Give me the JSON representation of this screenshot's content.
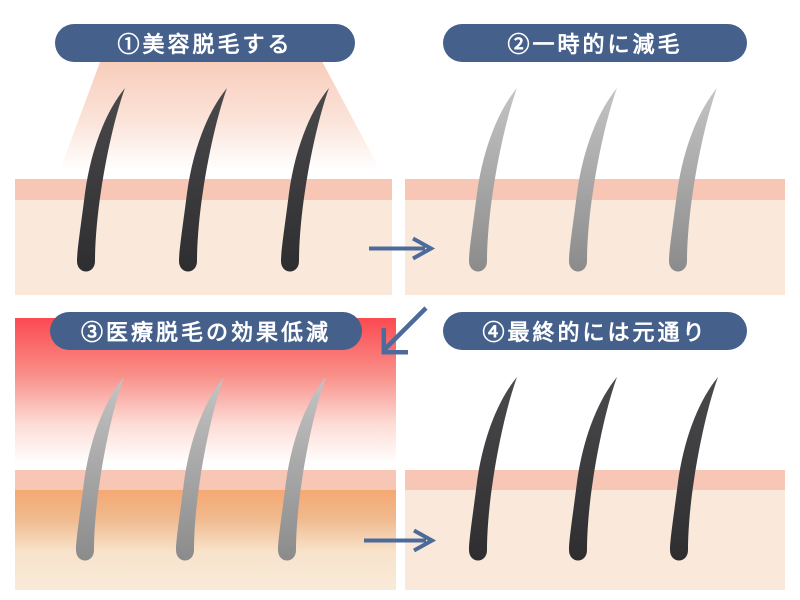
{
  "panels": [
    {
      "step": "1",
      "label": "①美容脱毛する",
      "hair": "dark",
      "effects": [
        "light-beam"
      ]
    },
    {
      "step": "2",
      "label": "②一時的に減毛",
      "hair": "gray",
      "effects": []
    },
    {
      "step": "3",
      "label": "③医療脱毛の効果低減",
      "hair": "gray",
      "effects": [
        "red-glow",
        "orange-skin-glow"
      ]
    },
    {
      "step": "4",
      "label": "④最終的には元通り",
      "hair": "dark",
      "effects": []
    }
  ],
  "arrows": [
    {
      "from": "1",
      "to": "2",
      "direction": "right"
    },
    {
      "from": "2",
      "to": "3",
      "direction": "down-left"
    },
    {
      "from": "3",
      "to": "4",
      "direction": "right"
    }
  ],
  "colors": {
    "background": "#ffffff",
    "label_pill": "#46608c",
    "label_text": "#ffffff",
    "arrow": "#4d6b9a",
    "skin_surface": "#f7c6b4",
    "skin_body": "#fae9db",
    "beam": "#f8cdbb",
    "red_glow": "#fb4a50",
    "orange_glow": "#f5a873",
    "hair_dark_top": "#4a4a4c",
    "hair_dark_bottom": "#2e2e30",
    "hair_gray_top": "#c4c4c4",
    "hair_gray_bottom": "#8b8b8b"
  }
}
